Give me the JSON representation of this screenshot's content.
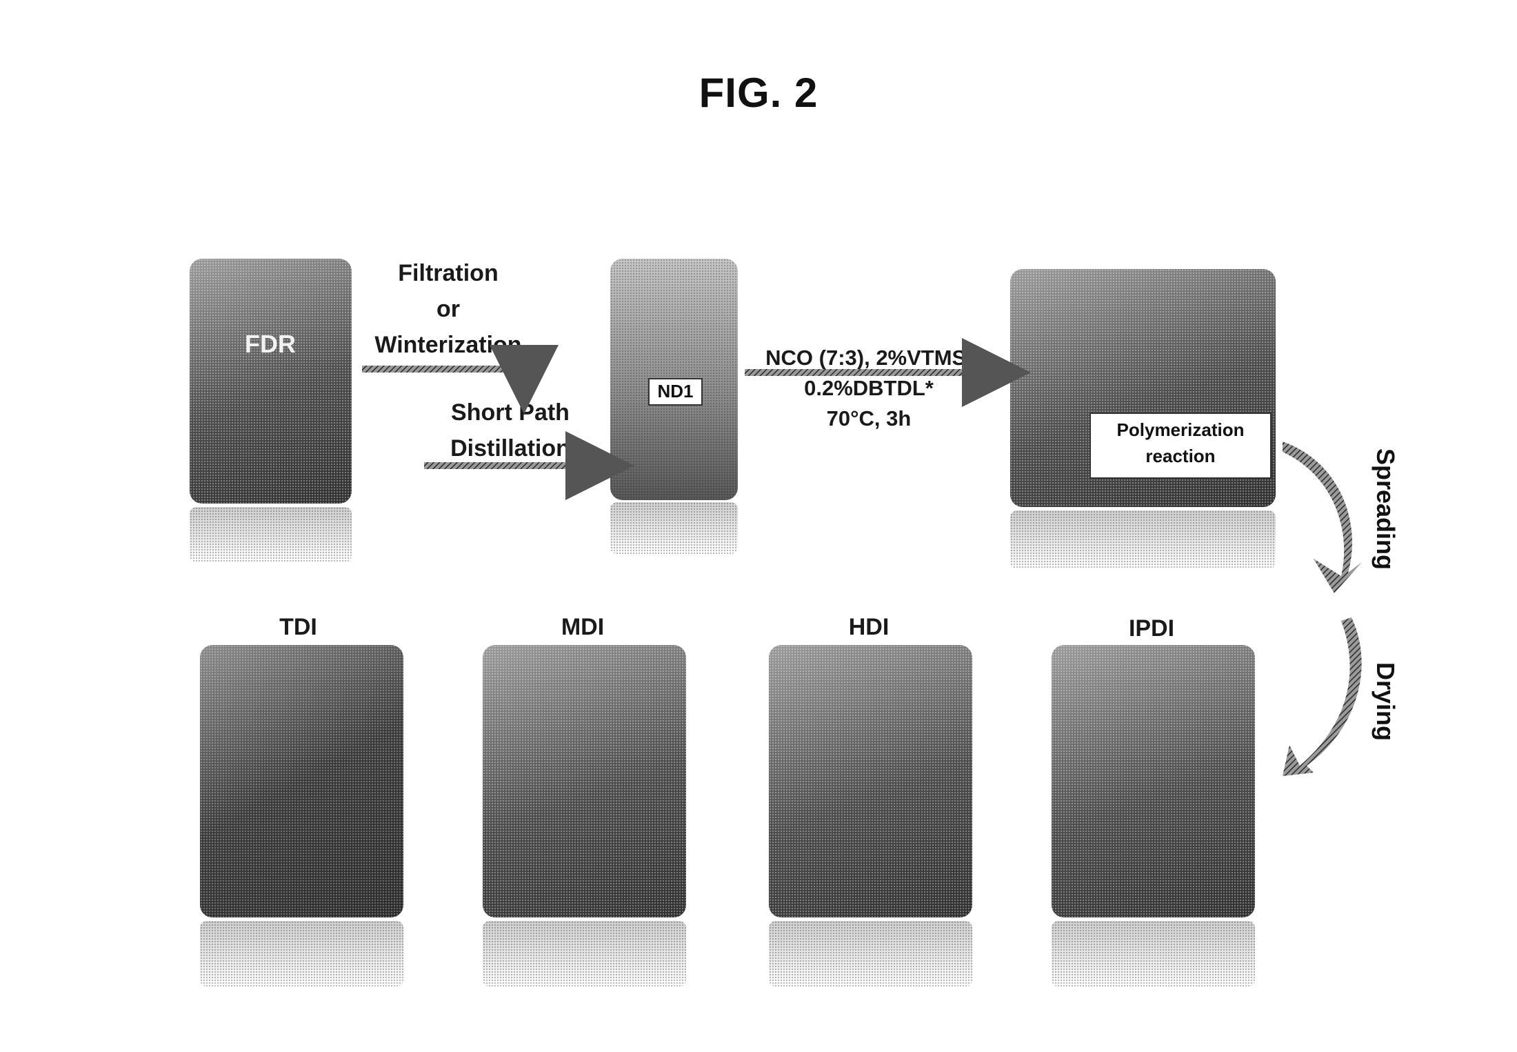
{
  "figure": {
    "title": "FIG. 2"
  },
  "top_row": {
    "fdr_label": "FDR",
    "nd1_label": "ND1",
    "polymerization_label_line1": "Polymerization",
    "polymerization_label_line2": "reaction",
    "step1_line1": "Filtration",
    "step1_line2": "or",
    "step1_line3": "Winterization",
    "step2_line1": "Short Path",
    "step2_line2": "Distillation",
    "step3_line1": "NCO (7:3), 2%VTMS,",
    "step3_line2": "0.2%DBTDL*",
    "step3_line3": "70°C, 3h"
  },
  "side_steps": {
    "spreading": "Spreading",
    "drying": "Drying"
  },
  "bottom_row": [
    {
      "label": "TDI"
    },
    {
      "label": "MDI"
    },
    {
      "label": "HDI"
    },
    {
      "label": "IPDI"
    }
  ]
}
